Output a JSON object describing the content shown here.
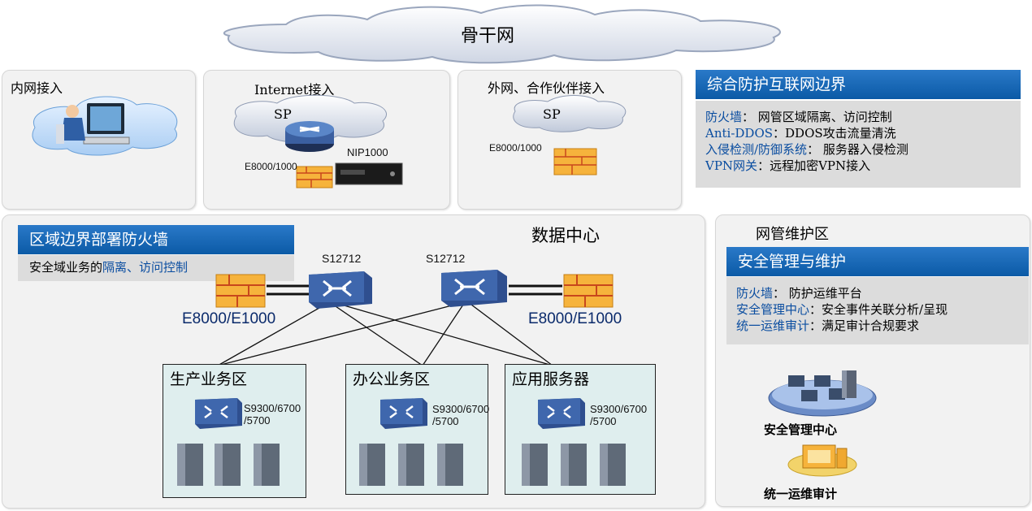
{
  "backbone": {
    "label": "骨干网"
  },
  "intranet": {
    "title": "内网接入"
  },
  "internet": {
    "title": "Internet接入",
    "sp": "SP",
    "firewall": "E8000/1000",
    "ips": "NIP1000"
  },
  "extranet": {
    "title": "外网、合作伙伴接入",
    "sp": "SP",
    "firewall": "E8000/1000"
  },
  "edge": {
    "title": "综合防护互联网边界",
    "items": [
      {
        "key": "防火墙",
        "sep": "：",
        "val": " 网管区域隔离、访问控制"
      },
      {
        "key": "Anti-DDOS",
        "sep": "：",
        "val": "DDOS攻击流量清洗"
      },
      {
        "key": "入侵检测/防御系统",
        "sep": "：",
        "val": " 服务器入侵检测"
      },
      {
        "key": "VPN网关",
        "sep": "：",
        "val": "远程加密VPN接入"
      }
    ]
  },
  "datacenter": {
    "title": "数据中心",
    "boundary_title": "区域边界部署防火墙",
    "boundary_desc_plain": "安全域业务的",
    "boundary_desc_blue": "隔离、访问控制",
    "core1": "S12712",
    "core2": "S12712",
    "fw_left": "E8000/E1000",
    "fw_right": "E8000/E1000",
    "zones": [
      {
        "label": "生产业务区",
        "switch": "S9300/6700\n/5700"
      },
      {
        "label": "办公业务区",
        "switch": "S9300/6700\n/5700"
      },
      {
        "label": "应用服务器",
        "switch": "S9300/6700\n/5700"
      }
    ]
  },
  "mgmt": {
    "title": "网管维护区",
    "bar": "安全管理与维护",
    "items": [
      {
        "key": "防火墙",
        "sep": "：",
        "val": " 防护运维平台"
      },
      {
        "key": "安全管理中心",
        "sep": "：",
        "val": "安全事件关联分析/呈现"
      },
      {
        "key": "统一运维审计",
        "sep": "：",
        "val": "满足审计合规要求"
      }
    ],
    "center_label": "安全管理中心",
    "audit_label": "统一运维审计"
  },
  "colors": {
    "bar_blue": "#0b5aa6",
    "text_blue": "#0a4da0",
    "zone_fill": "#dfeeee",
    "panel": "#f2f2f2"
  }
}
